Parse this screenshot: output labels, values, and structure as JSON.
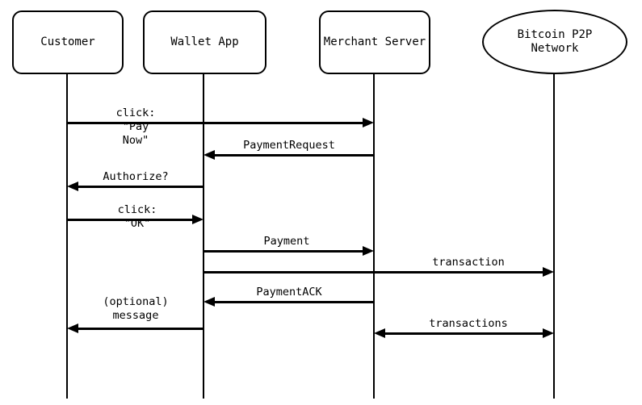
{
  "diagram": {
    "type": "sequence-diagram",
    "subject": "Bitcoin payment protocol flow"
  },
  "colors": {
    "line": "#000000",
    "background": "#ffffff",
    "text": "#000000"
  },
  "participants": [
    {
      "label": "Customer",
      "shape": "rounded-box"
    },
    {
      "label": "Wallet App",
      "shape": "rounded-box"
    },
    {
      "label": "Merchant Server",
      "shape": "rounded-box"
    },
    {
      "label": "Bitcoin P2P\nNetwork",
      "shape": "ellipse"
    }
  ],
  "messages": [
    {
      "label": "click: \"Pay Now\"",
      "from": "Customer",
      "to": "Merchant Server",
      "direction": "right"
    },
    {
      "label": "PaymentRequest",
      "from": "Merchant Server",
      "to": "Wallet App",
      "direction": "left"
    },
    {
      "label": "Authorize?",
      "from": "Wallet App",
      "to": "Customer",
      "direction": "left"
    },
    {
      "label": "click: \"OK\"",
      "from": "Customer",
      "to": "Wallet App",
      "direction": "right"
    },
    {
      "label": "Payment",
      "from": "Wallet App",
      "to": "Merchant Server",
      "direction": "right"
    },
    {
      "label": "transaction",
      "from": "Wallet App",
      "to": "Bitcoin P2P Network",
      "direction": "right"
    },
    {
      "label": "PaymentACK",
      "from": "Merchant Server",
      "to": "Wallet App",
      "direction": "left"
    },
    {
      "label": "(optional)\nmessage",
      "from": "Wallet App",
      "to": "Customer",
      "direction": "left"
    },
    {
      "label": "transactions",
      "from": "Merchant Server",
      "to": "Bitcoin P2P Network",
      "direction": "both"
    }
  ]
}
